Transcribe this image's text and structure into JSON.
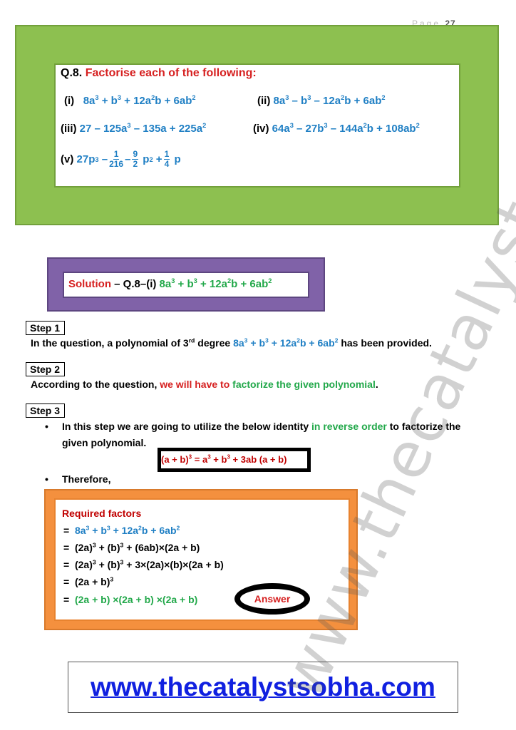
{
  "page_number": {
    "label": "Page",
    "number": "27"
  },
  "question": {
    "number": "Q.8.",
    "title": "Factorise each of the following:",
    "items": [
      {
        "label": "(i)",
        "expr": "8a³ + b³ + 12a²b + 6ab²"
      },
      {
        "label": "(ii)",
        "expr": "8a³ – b³ – 12a²b + 6ab²"
      },
      {
        "label": "(iii)",
        "expr": "27 – 125a³ – 135a + 225a²"
      },
      {
        "label": "(iv)",
        "expr": "64a³ – 27b³ – 144a²b + 108ab²"
      },
      {
        "label": "(v)",
        "expr_start": "27p³ –",
        "frac1_num": "1",
        "frac1_den": "216",
        "minus": "–",
        "frac2_num": "9",
        "frac2_den": "2",
        "mid": "p² +",
        "frac3_num": "1",
        "frac3_den": "4",
        "end": "p"
      }
    ]
  },
  "solution": {
    "label": "Solution",
    "ref": "– Q.8–(i)",
    "expr": "8a³ + b³ + 12a²b + 6ab²"
  },
  "steps": [
    {
      "label": "Step 1",
      "text_a": "In the question, a polynomial of 3",
      "text_sup": "rd",
      "text_b": " degree ",
      "highlight": "8a³ + b³ + 12a²b + 6ab²",
      "text_c": " has been provided."
    },
    {
      "label": "Step 2",
      "text_a": "According to the question, ",
      "red": "we will have to ",
      "green": "factorize the given polynomial",
      "text_c": "."
    },
    {
      "label": "Step 3",
      "bullet1_a": "In this step we are going to utilize the below identity ",
      "bullet1_green": "in reverse order",
      "bullet1_b": " to factorize the",
      "bullet1_line2": "given polynomial.",
      "identity": "(a + b)³ = a³ + b³ + 3ab (a + b)",
      "bullet2": "Therefore,"
    }
  ],
  "answer_box": {
    "heading": "Required factors",
    "lines": [
      "=  8a³ + b³ + 12a²b + 6ab²",
      "=  (2a)³ + (b)³ + (6ab)×(2a + b)",
      "=  (2a)³ + (b)³ + 3×(2a)×(b)×(2a + b)",
      "=  (2a + b)³"
    ],
    "last_eq": "=",
    "last_expr": "(2a + b) ×(2a + b) ×(2a + b)",
    "answer_label": "Answer"
  },
  "website": "www.thecatalystsobha.com",
  "watermark": "www.thecatalystsobha.",
  "colors": {
    "green_box": "#8dc050",
    "purple_box": "#8062a8",
    "orange_box": "#f4903e",
    "blue_text": "#1f7fc4",
    "red_text": "#d62020",
    "green_text": "#22a84a",
    "link": "#1020e0"
  }
}
